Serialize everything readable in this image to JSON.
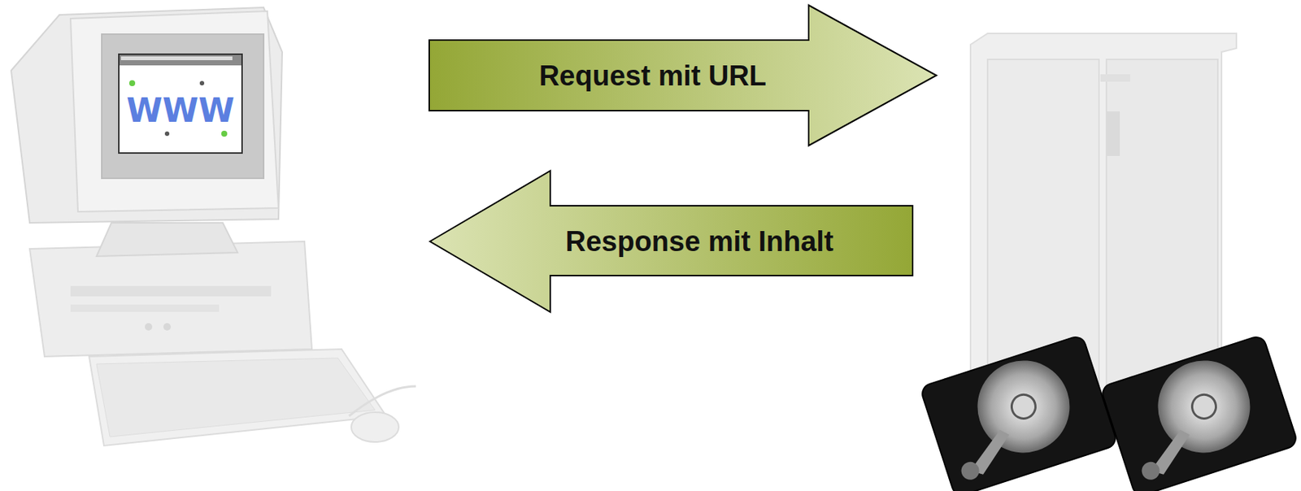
{
  "diagram": {
    "nodes": [
      {
        "text": [
          "Request mit URL"
        ]
      },
      {
        "text": [
          "Response mit Inhalt"
        ]
      }
    ],
    "edges": [],
    "labels": [
      "WWW"
    ]
  }
}
